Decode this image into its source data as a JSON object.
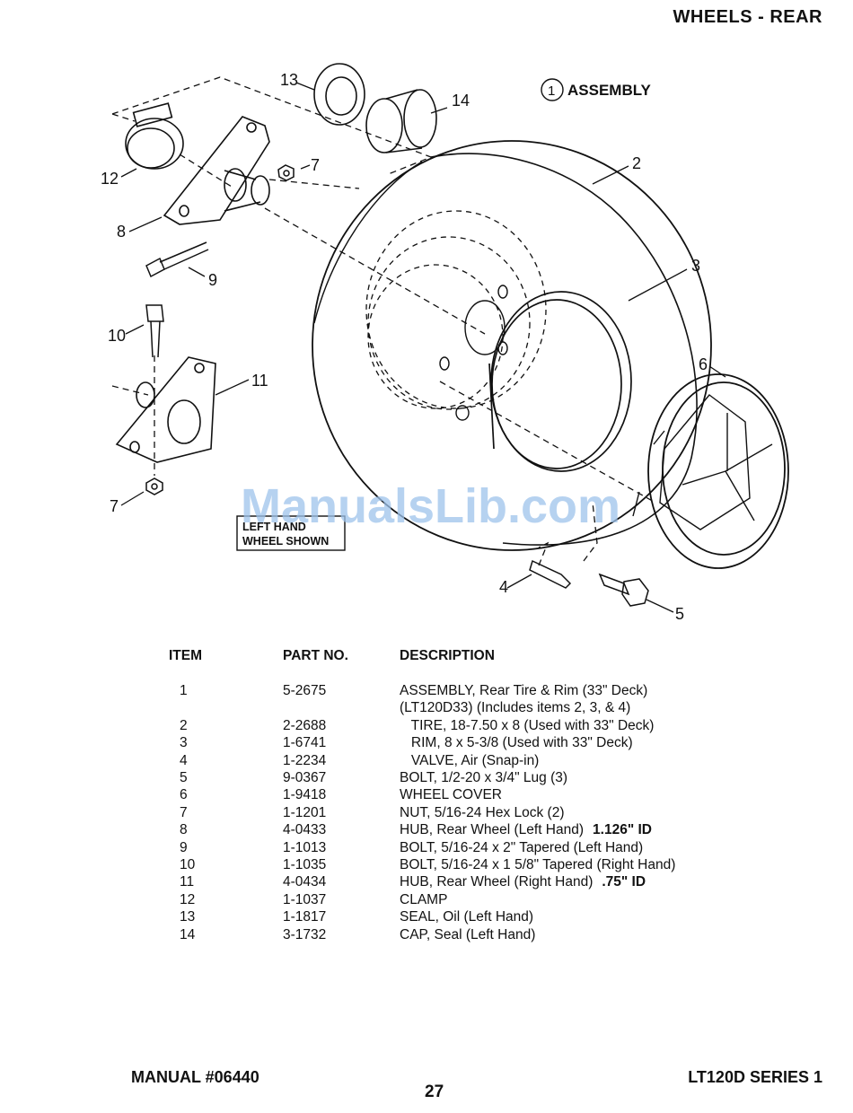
{
  "page_title": "WHEELS - REAR",
  "diagram": {
    "assembly_number": "1",
    "assembly_label": "ASSEMBLY",
    "note_lines": [
      "LEFT HAND",
      "WHEEL SHOWN"
    ],
    "watermark": "ManualsLib.com",
    "callouts": {
      "c2": "2",
      "c3": "3",
      "c4": "4",
      "c5": "5",
      "c6": "6",
      "c7a": "7",
      "c7b": "7",
      "c8": "8",
      "c9": "9",
      "c10": "10",
      "c11": "11",
      "c12": "12",
      "c13": "13",
      "c14": "14"
    }
  },
  "table": {
    "headers": {
      "item": "ITEM",
      "part": "PART NO.",
      "desc": "DESCRIPTION"
    },
    "rows": [
      {
        "item": "1",
        "part": "5-2675",
        "desc": "ASSEMBLY, Rear Tire & Rim (33\" Deck)",
        "suffix": ""
      },
      {
        "item": "",
        "part": "",
        "desc": "(LT120D33) (Includes items 2, 3, & 4)",
        "suffix": ""
      },
      {
        "item": "2",
        "part": "2-2688",
        "desc": "   TIRE, 18-7.50 x 8 (Used with 33\" Deck)",
        "suffix": ""
      },
      {
        "item": "3",
        "part": "1-6741",
        "desc": "   RIM, 8 x 5-3/8 (Used with 33\" Deck)",
        "suffix": ""
      },
      {
        "item": "4",
        "part": "1-2234",
        "desc": "   VALVE, Air (Snap-in)",
        "suffix": ""
      },
      {
        "item": "5",
        "part": "9-0367",
        "desc": "BOLT, 1/2-20 x 3/4\" Lug (3)",
        "suffix": ""
      },
      {
        "item": "6",
        "part": "1-9418",
        "desc": "WHEEL COVER",
        "suffix": ""
      },
      {
        "item": "7",
        "part": "1-1201",
        "desc": "NUT, 5/16-24 Hex Lock (2)",
        "suffix": ""
      },
      {
        "item": "8",
        "part": "4-0433",
        "desc": "HUB, Rear Wheel (Left Hand)",
        "suffix": "1.126\" ID"
      },
      {
        "item": "9",
        "part": "1-1013",
        "desc": "BOLT, 5/16-24 x 2\" Tapered (Left Hand)",
        "suffix": ""
      },
      {
        "item": "10",
        "part": "1-1035",
        "desc": "BOLT, 5/16-24 x 1 5/8\" Tapered (Right Hand)",
        "suffix": ""
      },
      {
        "item": "11",
        "part": "4-0434",
        "desc": "HUB, Rear Wheel (Right Hand)",
        "suffix": ".75\" ID"
      },
      {
        "item": "12",
        "part": "1-1037",
        "desc": "CLAMP",
        "suffix": ""
      },
      {
        "item": "13",
        "part": "1-1817",
        "desc": "SEAL, Oil (Left Hand)",
        "suffix": ""
      },
      {
        "item": "14",
        "part": "3-1732",
        "desc": "CAP, Seal (Left Hand)",
        "suffix": ""
      }
    ]
  },
  "footer": {
    "manual": "MANUAL #06440",
    "page_number": "27",
    "series": "LT120D SERIES 1"
  }
}
